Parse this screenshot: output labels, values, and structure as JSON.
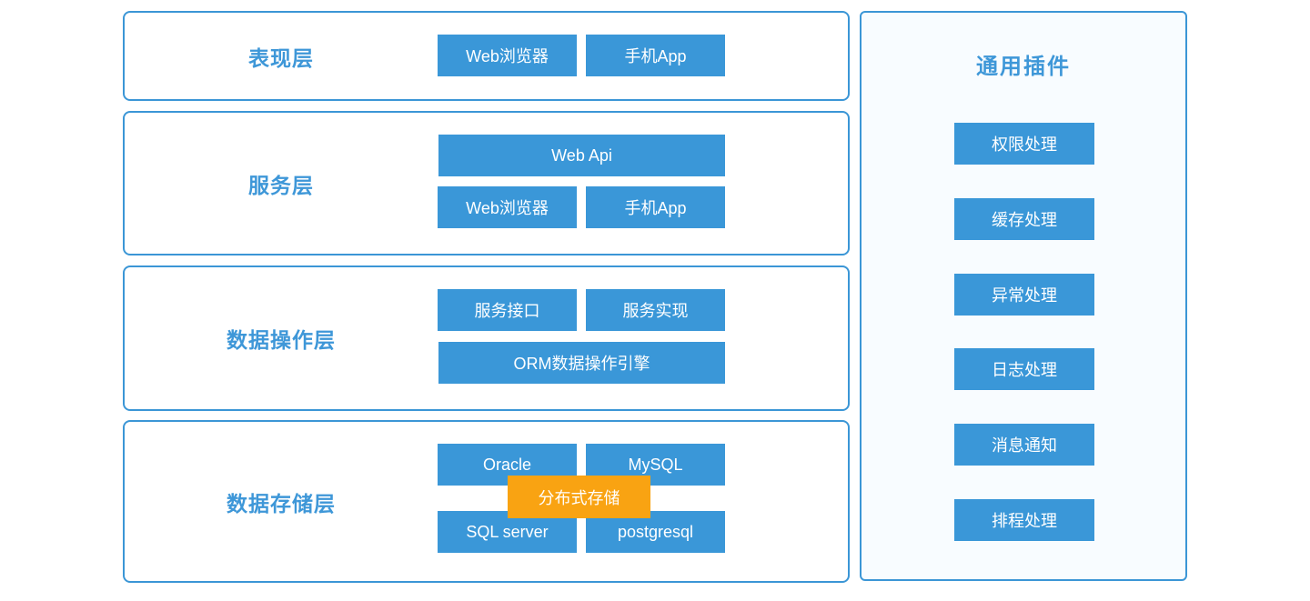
{
  "layers": [
    {
      "label": "表现层",
      "buttons": [
        "Web浏览器",
        "手机App"
      ]
    },
    {
      "label": "服务层",
      "top_button": "Web Api",
      "buttons": [
        "Web浏览器",
        "手机App"
      ]
    },
    {
      "label": "数据操作层",
      "buttons": [
        "服务接口",
        "服务实现"
      ],
      "bottom_button": "ORM数据操作引擎"
    },
    {
      "label": "数据存储层",
      "buttons": [
        "Oracle",
        "MySQL",
        "SQL server",
        "postgresql"
      ],
      "overlay_button": "分布式存储"
    }
  ],
  "plugins": {
    "title": "通用插件",
    "items": [
      "权限处理",
      "缓存处理",
      "异常处理",
      "日志处理",
      "消息通知",
      "排程处理"
    ]
  },
  "colors": {
    "block_blue": "#3a97d8",
    "border_blue": "#3b96d6",
    "label_blue": "#3e97d8",
    "overlay_orange": "#f9a312",
    "panel_bg": "#f8fcff"
  }
}
